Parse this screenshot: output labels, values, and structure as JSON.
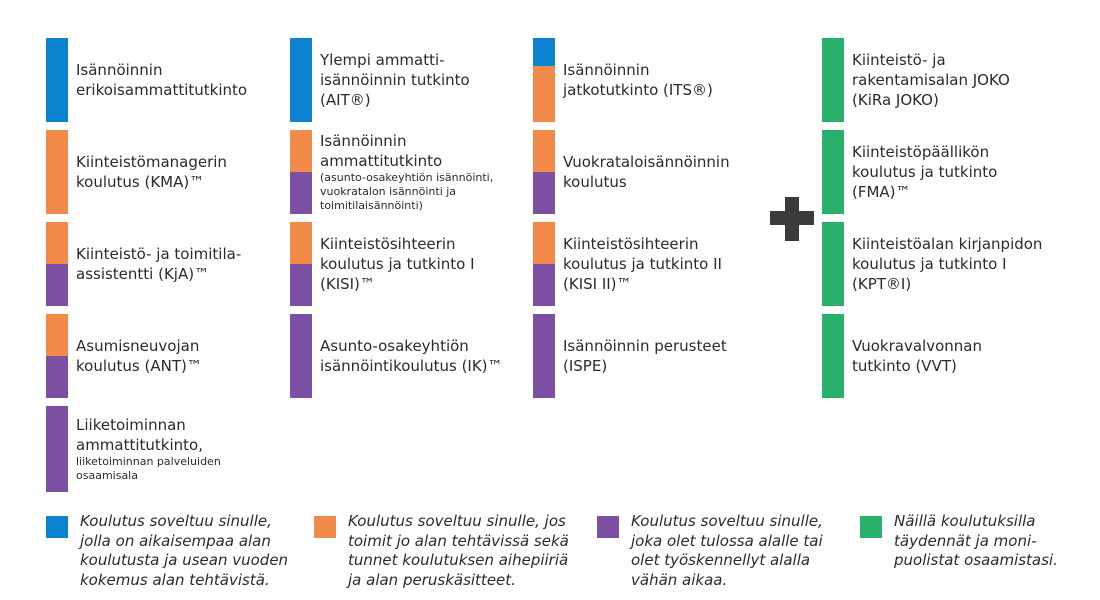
{
  "colors": {
    "blue": "#0B83CE",
    "orange": "#F28B4A",
    "purple": "#7B4FA1",
    "green": "#27B16A",
    "plus": "#3B3B3B"
  },
  "items": [
    {
      "bar": [
        "blue"
      ],
      "lines": [
        {
          "t": "Isännöinnin"
        },
        {
          "t": "erikoisammattitutkinto"
        }
      ]
    },
    {
      "bar": [
        "orange"
      ],
      "lines": [
        {
          "t": "Kiinteistömanagerin"
        },
        {
          "t": "koulutus (KMA)™"
        }
      ]
    },
    {
      "bar": [
        "orange",
        "purple"
      ],
      "lines": [
        {
          "t": "Kiinteistö- ja toimitila-"
        },
        {
          "t": "assistentti (KjA)™"
        }
      ]
    },
    {
      "bar": [
        "orange",
        "purple"
      ],
      "lines": [
        {
          "t": "Asumisneuvojan"
        },
        {
          "t": "koulutus (ANT)™"
        }
      ]
    },
    {
      "bar": [
        "purple"
      ],
      "lines": [
        {
          "t": "Liiketoiminnan"
        },
        {
          "t": "ammattitutkinto,"
        },
        {
          "t": "liiketoiminnan palveluiden",
          "small": true
        },
        {
          "t": "osaamisala",
          "small": true
        }
      ]
    },
    {
      "bar": [
        "blue"
      ],
      "lines": [
        {
          "t": "Ylempi ammatti-"
        },
        {
          "t": "isännöinnin tutkinto"
        },
        {
          "t": "(AIT®)"
        }
      ]
    },
    {
      "bar": [
        "orange",
        "purple"
      ],
      "lines": [
        {
          "t": "Isännöinnin"
        },
        {
          "t": "ammattitutkinto"
        },
        {
          "t": "(asunto-osakeyhtiön isännöinti,",
          "small": true
        },
        {
          "t": "vuokratalon isännöinti ja",
          "small": true
        },
        {
          "t": "toimitilaisännöinti)",
          "small": true
        }
      ]
    },
    {
      "bar": [
        "orange",
        "purple"
      ],
      "lines": [
        {
          "t": "Kiinteistösihteerin"
        },
        {
          "t": "koulutus ja tutkinto I"
        },
        {
          "t": "(KISI)™"
        }
      ]
    },
    {
      "bar": [
        "purple"
      ],
      "lines": [
        {
          "t": "Asunto-osakeyhtiön"
        },
        {
          "t": "isännöintikoulutus (IK)™"
        }
      ]
    },
    {
      "bar": [
        "blue",
        "orange",
        "orange"
      ],
      "lines": [
        {
          "t": "Isännöinnin"
        },
        {
          "t": "jatkotutkinto (ITS®)"
        }
      ]
    },
    {
      "bar": [
        "orange",
        "purple"
      ],
      "lines": [
        {
          "t": "Vuokrataloisännöinnin"
        },
        {
          "t": "koulutus"
        }
      ]
    },
    {
      "bar": [
        "orange",
        "purple"
      ],
      "lines": [
        {
          "t": "Kiinteistösihteerin"
        },
        {
          "t": "koulutus ja tutkinto II"
        },
        {
          "t": "(KISI II)™"
        }
      ]
    },
    {
      "bar": [
        "purple"
      ],
      "lines": [
        {
          "t": "Isännöinnin perusteet"
        },
        {
          "t": "(ISPE)"
        }
      ]
    },
    {
      "bar": [
        "green"
      ],
      "lines": [
        {
          "t": "Kiinteistö- ja"
        },
        {
          "t": "rakentamisalan JOKO"
        },
        {
          "t": "(KiRa JOKO)"
        }
      ]
    },
    {
      "bar": [
        "green"
      ],
      "lines": [
        {
          "t": "Kiinteistöpäällikön"
        },
        {
          "t": "koulutus ja tutkinto"
        },
        {
          "t": "(FMA)™"
        }
      ]
    },
    {
      "bar": [
        "green"
      ],
      "lines": [
        {
          "t": "Kiinteistöalan kirjanpidon"
        },
        {
          "t": "koulutus ja tutkinto I"
        },
        {
          "t": "(KPT®I)"
        }
      ]
    },
    {
      "bar": [
        "green"
      ],
      "lines": [
        {
          "t": "Vuokravalvonnan"
        },
        {
          "t": "tutkinto (VVT)"
        }
      ]
    }
  ],
  "legend": [
    {
      "color": "blue",
      "lines": [
        "Koulutus soveltuu sinulle,",
        "jolla on aikaisempaa alan",
        "koulutusta ja usean vuoden",
        "kokemus alan tehtävistä."
      ]
    },
    {
      "color": "orange",
      "lines": [
        "Koulutus soveltuu sinulle, jos",
        "toimit jo alan tehtävissä sekä",
        "tunnet koulutuksen aihepiiriä",
        "ja alan peruskäsitteet."
      ]
    },
    {
      "color": "purple",
      "lines": [
        "Koulutus soveltuu sinulle,",
        "joka olet tulossa alalle tai",
        "olet työskennellyt alalla",
        "vähän aikaa."
      ]
    },
    {
      "color": "green",
      "lines": [
        "Näillä koulutuksilla",
        "täydennät ja moni-",
        "puolistat osaamistasi."
      ]
    }
  ]
}
